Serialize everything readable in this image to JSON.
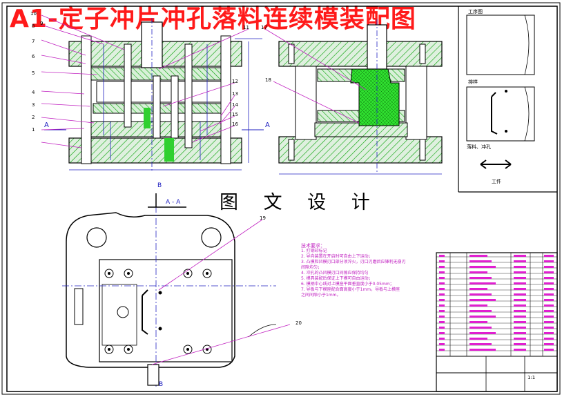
{
  "title": "A1-定子冲片冲孔落料连续模装配图",
  "watermark": "图 文 设 计",
  "section_marks": {
    "a": "A",
    "b": "B",
    "aa": "A - A"
  },
  "part_numbers": [
    "1",
    "2",
    "3",
    "4",
    "5",
    "6",
    "7",
    "8",
    "9",
    "10",
    "11",
    "12",
    "13",
    "14",
    "15",
    "16",
    "17",
    "18",
    "19",
    "20"
  ],
  "strip_layout": {
    "labels": [
      "工序图",
      "排样",
      "落料、冲孔",
      "工件"
    ]
  },
  "tech_requirements": {
    "heading": "技术要求：",
    "items": [
      "1. 打钢印标记",
      "2. 导向装置在开启时可自由上下运动；",
      "3. 凸模和凹模刃口部分须淬火，刃口刃磨后应锋利无崩刃",
      "   间隙均匀；",
      "4. 冲孔的凸凹模刃口间隙应保持均匀",
      "5. 模具装配后保证上下模可自由运动；",
      "6. 模柄中心线对上模座平面垂直度小于0.05mm；",
      "7. 导板与下模座配合面高度小于1mm，导板与上模座",
      "   之间间隙小于1mm。"
    ]
  },
  "title_block": {
    "scale": "1:1"
  },
  "colors": {
    "title": "#ff1a1a",
    "hatch": "#00b000",
    "section": "#30d030",
    "lines": "#2020c0",
    "leaders": "#c020c0",
    "table": "#e020d0",
    "outline": "#000000"
  }
}
